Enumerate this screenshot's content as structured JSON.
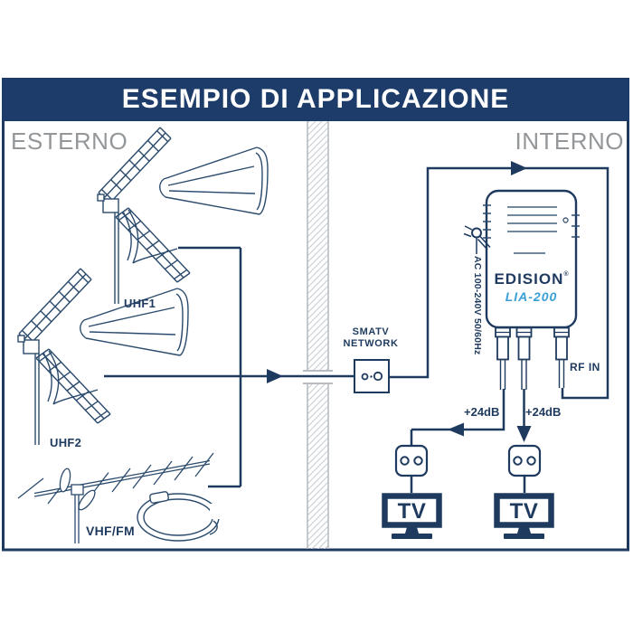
{
  "title": "ESEMPIO DI APPLICAZIONE",
  "zones": {
    "outdoor": "ESTERNO",
    "indoor": "INTERNO"
  },
  "antennas": {
    "uhf1": "UHF1",
    "uhf2": "UHF2",
    "vhf_fm": "VHF/FM"
  },
  "smatv": {
    "line1": "SMATV",
    "line2": "NETWORK"
  },
  "amplifier": {
    "brand": "EDISION",
    "brand_mark": "®",
    "model": "LIA-200",
    "power": "AC 100-240V 50/60Hz",
    "rf_in": "RF IN"
  },
  "outputs": {
    "gain_left": "+24dB",
    "gain_right": "+24dB",
    "tv_left": "TV",
    "tv_right": "TV"
  },
  "colors": {
    "line_navy": "#1e3a5e",
    "banner_navy": "#1d3c69",
    "model_blue": "#3a9fd6",
    "zone_gray": "#94979a",
    "wall_hatch_gray": "#c9ced3"
  }
}
